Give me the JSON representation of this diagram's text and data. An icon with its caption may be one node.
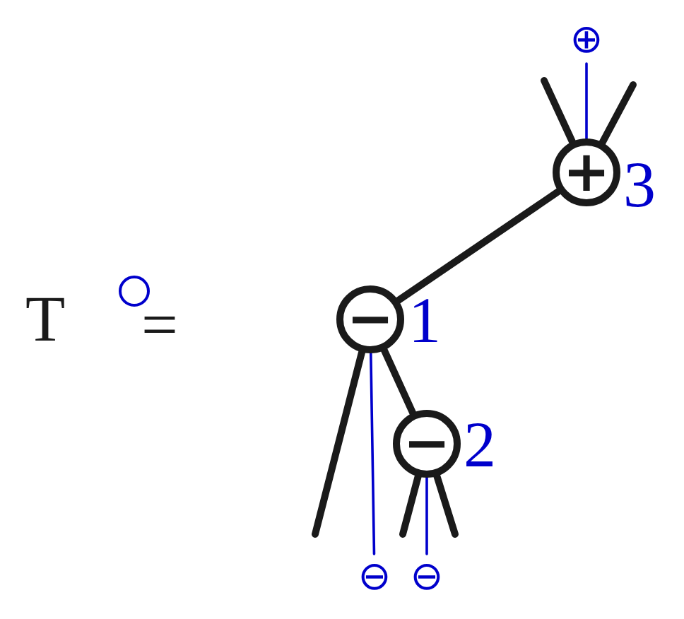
{
  "diagram": {
    "nodes": [
      {
        "text": [
          "⊕"
        ]
      },
      {
        "text": [
          "+"
        ],
        "beside": [
          "3"
        ]
      },
      {
        "text": [
          "−"
        ],
        "beside": [
          "1"
        ]
      },
      {
        "text": [
          "−"
        ],
        "beside": [
          "2"
        ]
      },
      {
        "text": [
          "⊖"
        ]
      },
      {
        "text": [
          "⊖"
        ]
      }
    ],
    "edges": [
      {
        "from": 0,
        "to": 1,
        "arrow": "none",
        "color": "#0000cc"
      },
      {
        "from": 1,
        "to": null,
        "arrow": "none"
      },
      {
        "from": 1,
        "to": null,
        "arrow": "none"
      },
      {
        "from": 1,
        "to": 2,
        "arrow": "none"
      },
      {
        "from": 2,
        "to": null,
        "arrow": "none"
      },
      {
        "from": 2,
        "to": 4,
        "arrow": "none",
        "color": "#0000cc"
      },
      {
        "from": 2,
        "to": 3,
        "arrow": "none"
      },
      {
        "from": 3,
        "to": null,
        "arrow": "none"
      },
      {
        "from": 3,
        "to": 5,
        "arrow": "none",
        "color": "#0000cc"
      },
      {
        "from": 3,
        "to": null,
        "arrow": "none"
      }
    ],
    "labels": [
      "T",
      "="
    ]
  }
}
